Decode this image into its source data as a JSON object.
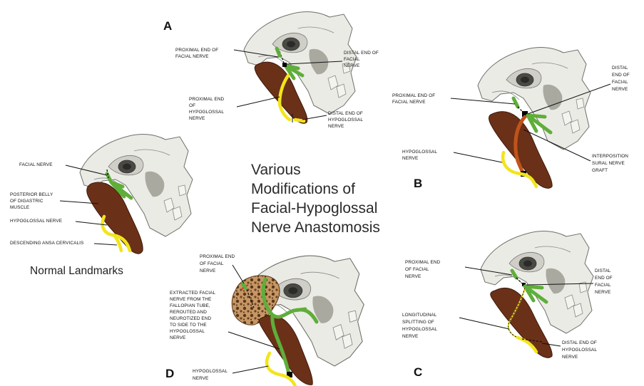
{
  "title": [
    "Various",
    "Modifications of",
    "Facial-Hypoglossal",
    "Nerve Anastomosis"
  ],
  "panels": {
    "normal": {
      "caption": "Normal Landmarks",
      "labels": {
        "facial_nerve": "FACIAL NERVE",
        "posterior_belly": [
          "POSTERIOR BELLY",
          "OF DIGASTRIC",
          "MUSCLE"
        ],
        "hypoglossal_nerve": "HYPOGLOSSAL NERVE",
        "descending_ansa": "DESCENDING ANSA CERVICALIS"
      }
    },
    "a": {
      "letter": "A",
      "labels": {
        "proximal_facial": [
          "PROXIMAL END OF",
          "FACIAL NERVE"
        ],
        "distal_facial": [
          "DISTAL END OF",
          "FACIAL",
          "NERVE"
        ],
        "proximal_hypoglossal": [
          "PROXIMAL END",
          "OF",
          "HYPOGLOSSAL",
          "NERVE"
        ],
        "distal_hypoglossal": [
          "DISTAL END OF",
          "HYPOGLOSSAL",
          "NERVE"
        ]
      }
    },
    "b": {
      "letter": "B",
      "labels": {
        "proximal_facial": [
          "PROXIMAL END OF",
          "FACIAL NERVE"
        ],
        "distal_facial": [
          "DISTAL",
          "END OF",
          "FACIAL",
          "NERVE"
        ],
        "hypoglossal": [
          "HYPOGLOSSAL",
          "NERVE"
        ],
        "interposition": [
          "INTERPOSITION",
          "SURAL NERVE",
          "GRAFT"
        ]
      }
    },
    "c": {
      "letter": "C",
      "labels": {
        "proximal_facial": [
          "PROXIMAL END",
          "OF FACIAL",
          "NERVE"
        ],
        "distal_facial": [
          "DISTAL",
          "END OF",
          "FACIAL",
          "NERVE"
        ],
        "longitudinal": [
          "LONGITUDINAL",
          "SPLITTING OF",
          "HYPOGLOSSAL",
          "NERVE"
        ],
        "distal_hypoglossal": [
          "DISTAL END OF",
          "HYPOGLOSSAL",
          "NERVE"
        ]
      }
    },
    "d": {
      "letter": "D",
      "labels": {
        "proximal_facial": [
          "PROXIMAL END",
          "OF FACIAL",
          "NERVE"
        ],
        "extracted": [
          "EXTRACTED FACIAL",
          "NERVE FROM THE",
          "FALLOPIAN TUBE,",
          "REROUTED AND",
          "NEUROTIZED END",
          "TO SIDE TO THE",
          "HYPOGLOSSAL",
          "NERVE"
        ],
        "hypoglossal": [
          "HYPOGLOSSAL",
          "NERVE"
        ]
      }
    }
  },
  "colors": {
    "facial_nerve": "#5fae3a",
    "hypoglossal_nerve": "#f2e51b",
    "digastric_muscle": "#6b3118",
    "sural_graft": "#c1531a",
    "bone": "#ebebe5",
    "fallopian_bone": "#b07a4a"
  }
}
